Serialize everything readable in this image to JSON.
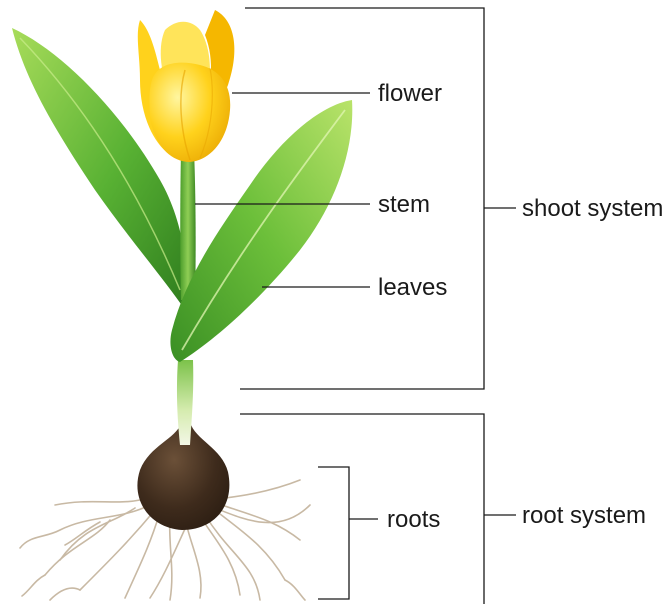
{
  "labels": {
    "flower": "flower",
    "stem": "stem",
    "leaves": "leaves",
    "roots": "roots",
    "shoot_system": "shoot system",
    "root_system": "root system"
  },
  "colors": {
    "petal_light": "#fff27a",
    "petal_mid": "#ffd21c",
    "petal_dark": "#e8a400",
    "leaf_light": "#b9e36a",
    "leaf_mid": "#6cbf3a",
    "leaf_dark": "#2f7d1e",
    "stem_light": "#d9f0a0",
    "bulb_light": "#6b5038",
    "bulb_dark": "#2b1d12",
    "root": "#c8b9a4",
    "line": "#1a1a1a"
  }
}
